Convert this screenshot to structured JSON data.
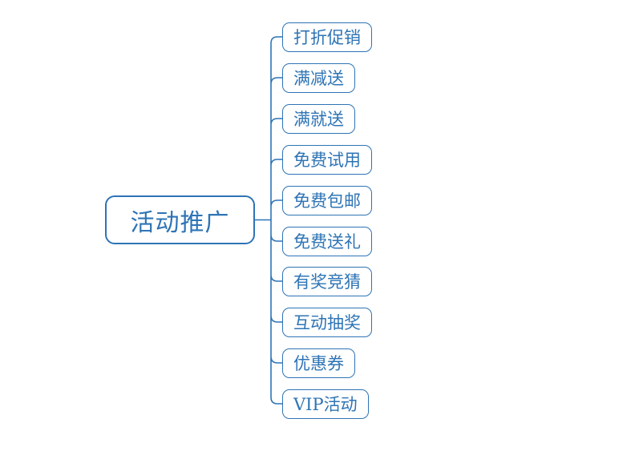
{
  "diagram": {
    "type": "mindmap",
    "root": {
      "label": "活动推广"
    },
    "children": [
      {
        "label": "打折促销"
      },
      {
        "label": "满减送"
      },
      {
        "label": "满就送"
      },
      {
        "label": "免费试用"
      },
      {
        "label": "免费包邮"
      },
      {
        "label": "免费送礼"
      },
      {
        "label": "有奖竞猜"
      },
      {
        "label": "互动抽奖"
      },
      {
        "label": "优惠券"
      },
      {
        "label": "VIP活动"
      }
    ]
  },
  "colors": {
    "accent": "#2E74B5",
    "background": "#FFFFFF"
  }
}
